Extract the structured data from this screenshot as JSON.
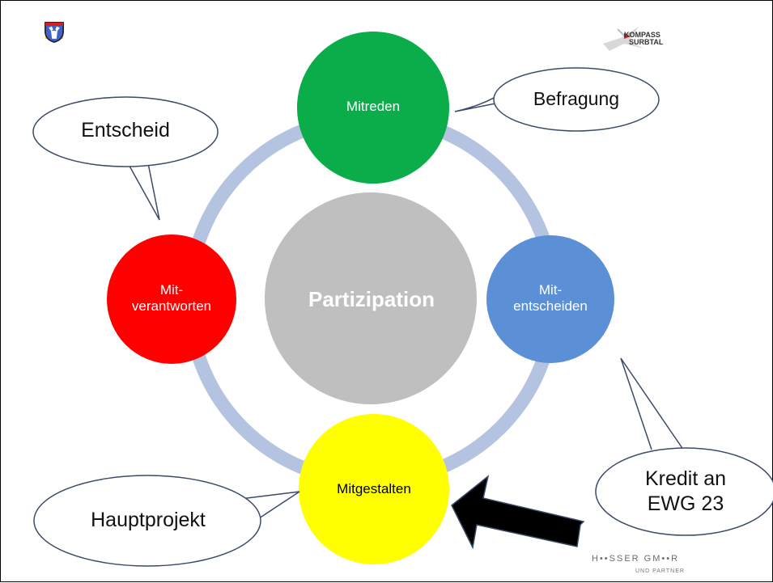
{
  "center": {
    "label": "Partizipation"
  },
  "nodes": {
    "top": {
      "label": "Mitreden"
    },
    "right": {
      "label": "Mit-\nentscheiden"
    },
    "bottom": {
      "label": "Mitgestalten"
    },
    "left": {
      "label": "Mit-\nverantworten"
    }
  },
  "callouts": {
    "befragung": "Befragung",
    "entscheid": "Entscheid",
    "kredit": "Kredit an\nEWG 23",
    "hauptprojekt": "Hauptprojekt"
  },
  "logos": {
    "kompass_line1": "KOMPASS",
    "kompass_line2": "SURBTAL",
    "hosser_main": "H••SSER GM••R",
    "hosser_sub": "UND PARTNER"
  },
  "colors": {
    "ring": "#b4c3df",
    "center": "#bfbfbf",
    "top": "#0aad4a",
    "right": "#5b8fd6",
    "bottom": "#ffff00",
    "left": "#ff0000",
    "arrow": "#000000"
  },
  "crest_icons": [
    "crest-fleur-de-lis-icon",
    "crest-horse-icon",
    "crest-stars-icon",
    "crest-stag-icon"
  ]
}
